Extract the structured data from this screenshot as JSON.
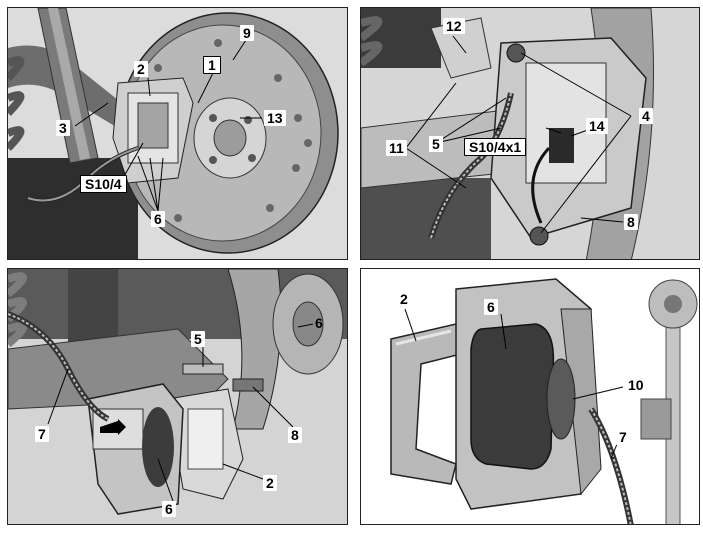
{
  "panels": [
    {
      "id": "top-left",
      "labels": {
        "l1": "1",
        "l2": "2",
        "l3": "3",
        "l9": "9",
        "l13": "13",
        "l6": "6",
        "ls10": "S10/4"
      }
    },
    {
      "id": "top-right",
      "labels": {
        "l12": "12",
        "l4": "4",
        "l11": "11",
        "l5": "5",
        "l14": "14",
        "ls10": "S10/4x1",
        "l8": "8"
      }
    },
    {
      "id": "bottom-left",
      "labels": {
        "l5": "5",
        "l6a": "6",
        "l7": "7",
        "l8": "8",
        "l2": "2",
        "l6b": "6"
      }
    },
    {
      "id": "bottom-right",
      "labels": {
        "l2": "2",
        "l6": "6",
        "l10": "10",
        "l7": "7"
      }
    }
  ],
  "colors": {
    "line": "#000000",
    "metal_light": "#c9c9c9",
    "metal_mid": "#9a9a9a",
    "metal_dark": "#4a4a4a",
    "pad": "#3b3b3b",
    "label_bg": "#ffffff"
  }
}
